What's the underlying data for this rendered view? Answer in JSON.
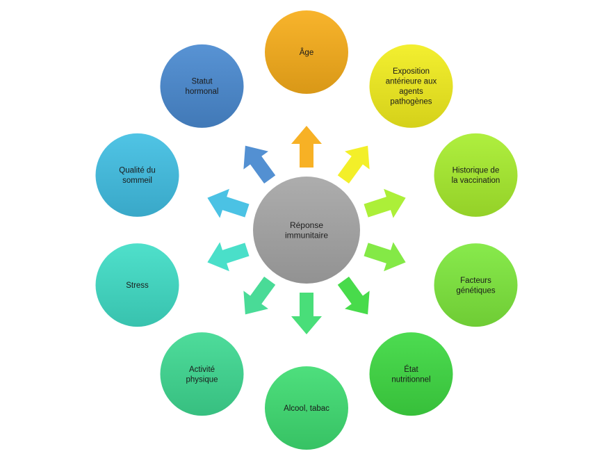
{
  "center": {
    "label": "Réponse immunitaire",
    "lines": [
      "Réponse",
      "immunitaire"
    ],
    "color": "#a6a6a6"
  },
  "factors": [
    {
      "key": "age",
      "label": "Âge",
      "lines": [
        "Âge"
      ],
      "color": "#f7ad1a"
    },
    {
      "key": "exposition",
      "label": "Exposition antérieure aux agents pathogènes",
      "lines": [
        "Exposition",
        "antérieure aux",
        "agents",
        "pathogènes"
      ],
      "color": "#f2ee1e"
    },
    {
      "key": "vaccination",
      "label": "Historique de la vaccination",
      "lines": [
        "Historique de",
        "la vaccination"
      ],
      "color": "#a8ee2e"
    },
    {
      "key": "genetique",
      "label": "Facteurs génétiques",
      "lines": [
        "Facteurs",
        "génétiques"
      ],
      "color": "#7ee83c"
    },
    {
      "key": "nutrition",
      "label": "État nutritionnel",
      "lines": [
        "État",
        "nutritionnel"
      ],
      "color": "#3ed942"
    },
    {
      "key": "alcool",
      "label": "Alcool, tabac",
      "lines": [
        "Alcool, tabac"
      ],
      "color": "#3fdc72"
    },
    {
      "key": "activite",
      "label": "Activité physique",
      "lines": [
        "Activité",
        "physique"
      ],
      "color": "#3fd992"
    },
    {
      "key": "stress",
      "label": "Stress",
      "lines": [
        "Stress"
      ],
      "color": "#40ddc6"
    },
    {
      "key": "sommeil",
      "label": "Qualité du sommeil",
      "lines": [
        "Qualité du",
        "sommeil"
      ],
      "color": "#41bfe3"
    },
    {
      "key": "hormonal",
      "label": "Statut hormonal",
      "lines": [
        "Statut",
        "hormonal"
      ],
      "color": "#4a8ad0"
    }
  ]
}
